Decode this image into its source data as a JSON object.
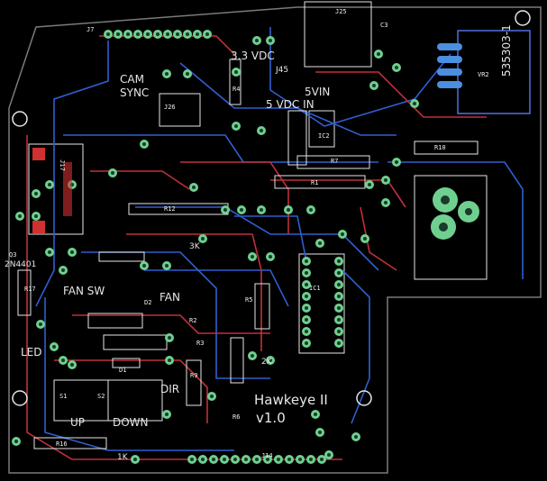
{
  "board": {
    "title": "Hawkeye II",
    "version": "v1.0",
    "colors": {
      "background": "#000000",
      "outline": "#7a7a7a",
      "silkscreen": "#e6e6e6",
      "bottom_trace": "#2f5fd0",
      "top_trace": "#c0303a",
      "pad": "#6fcf8f",
      "pad_hole": "#1a3a2a"
    }
  },
  "labels": {
    "v33": "3.3 VDC",
    "j45": "J45",
    "vin5": "5VIN",
    "cam": "CAM",
    "sync": "SYNC",
    "vdc_in": "5 VDC IN",
    "fan_sw": "FAN SW",
    "fan": "FAN",
    "led": "LED",
    "up": "UP",
    "down": "DOWN",
    "dir": "DIR",
    "k3": "3K",
    "k1": "1K",
    "k2": "2K",
    "transistor": "2N4401",
    "reg": "535303-1"
  },
  "refs": {
    "j7": "J7",
    "j25": "J25",
    "j26": "J26",
    "j17": "J17",
    "j14": "J14",
    "ic1": "IC1",
    "ic2": "IC2",
    "r1": "R1",
    "r2": "R2",
    "r3": "R3",
    "r4": "R4",
    "r5": "R5",
    "r6": "R6",
    "r7": "R7",
    "r9": "R9",
    "r10": "R10",
    "r12": "R12",
    "r16": "R16",
    "r17": "R17",
    "d1": "D1",
    "d2": "D2",
    "q3": "Q3",
    "s1": "S1",
    "s2": "S2",
    "c3": "C3",
    "vr2": "VR2"
  }
}
